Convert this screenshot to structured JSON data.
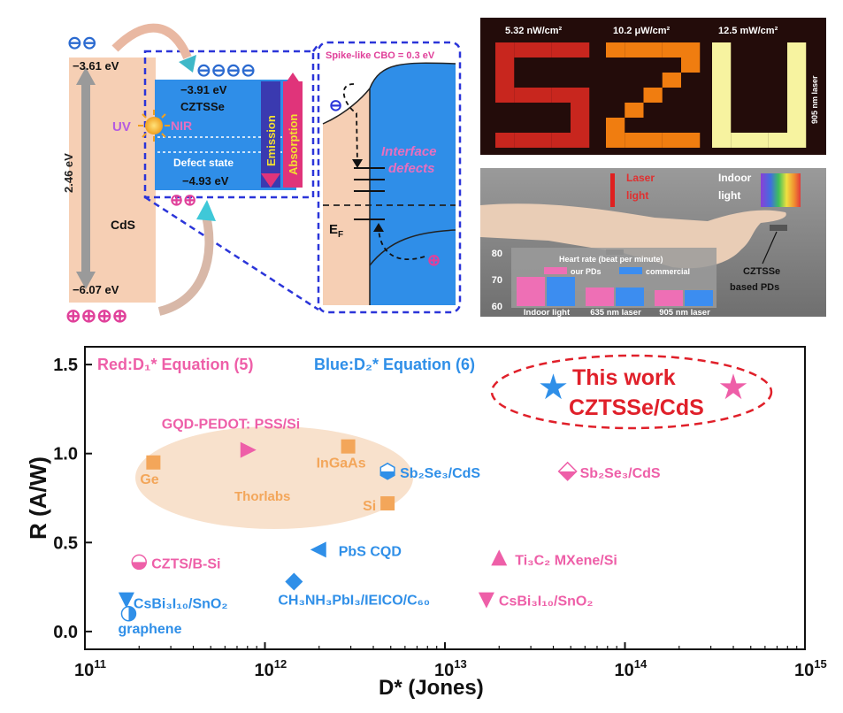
{
  "band_diagram": {
    "cds_cb": "−3.61 eV",
    "cds_vb": "−6.07 eV",
    "cds_gap": "2.46 eV",
    "cds_label": "CdS",
    "czt_cb": "−3.91 eV",
    "czt_label": "CZTSSe",
    "czt_vb": "−4.93 eV",
    "defect_label": "Defect state",
    "uv": "UV",
    "nir": "NIR",
    "emission": "Emission",
    "absorption": "Absorption",
    "electrons_top": "⊖⊖",
    "electrons_czt": "⊖⊖⊖⊖",
    "holes_czt": "⊕⊕",
    "holes_bottom": "⊕⊕⊕⊕",
    "cbo": "Spike-like CBO = 0.3 eV",
    "interface": "Interface",
    "defects": "defects",
    "ef_main": "E",
    "ef_sub": "F",
    "electron_one": "⊖",
    "hole_one": "⊕"
  },
  "szu": {
    "labels": [
      "5.32 nW/cm²",
      "10.2 μW/cm²",
      "12.5 mW/cm²"
    ],
    "laser": "905 nm laser",
    "colors": [
      "#c8261e",
      "#f07d10",
      "#f7f3a0"
    ]
  },
  "photo": {
    "laser_1": "Laser",
    "laser_2": "light",
    "indoor_1": "Indoor",
    "indoor_2": "light",
    "device_1": "CZTSSe",
    "device_2": "based PDs",
    "hr_title": "Heart rate (beat per minute)",
    "legend": [
      "our PDs",
      "commercial"
    ],
    "yticks": [
      "80",
      "70",
      "60"
    ],
    "groups": [
      "Indoor light",
      "635 nm laser",
      "905 nm laser"
    ],
    "our": [
      71,
      67,
      66
    ],
    "commercial": [
      71,
      67,
      66
    ],
    "colors": {
      "our": "#ee6fb5",
      "commercial": "#3c8df0"
    }
  },
  "chart_data": {
    "type": "scatter",
    "xlabel": "D* (Jones)",
    "ylabel": "R (A/W)",
    "xscale": "log",
    "xlim": [
      100000000000.0,
      1000000000000000.0
    ],
    "ylim": [
      -0.1,
      1.6
    ],
    "xticks": [
      {
        "base": "10",
        "exp": "11",
        "v": 100000000000.0
      },
      {
        "base": "10",
        "exp": "12",
        "v": 1000000000000.0
      },
      {
        "base": "10",
        "exp": "13",
        "v": 10000000000000.0
      },
      {
        "base": "10",
        "exp": "14",
        "v": 100000000000000.0
      },
      {
        "base": "10",
        "exp": "15",
        "v": 1000000000000000.0
      }
    ],
    "yticks": [
      {
        "label": "0.0",
        "v": 0.0
      },
      {
        "label": "0.5",
        "v": 0.5
      },
      {
        "label": "1.0",
        "v": 1.0
      },
      {
        "label": "1.5",
        "v": 1.5
      }
    ],
    "legend_red": "Red:D₁*  Equation (5)",
    "legend_blue": "Blue:D₂*  Equation (6)",
    "this_work_1": "This work",
    "this_work_2": "CZTSSe/CdS",
    "thorlabs": "Thorlabs",
    "colors": {
      "red": "#ee5fa8",
      "blue": "#2f8fe8",
      "orange": "#f3a65a",
      "dashed": "#e0202a"
    },
    "points": [
      {
        "x": 40000000000000.0,
        "y": 1.37,
        "color": "blue",
        "marker": "star",
        "label": ""
      },
      {
        "x": 400000000000000.0,
        "y": 1.37,
        "color": "red",
        "marker": "star",
        "label": ""
      },
      {
        "x": 800000000000.0,
        "y": 1.02,
        "color": "red",
        "marker": "triangle-right",
        "label": "GQD-PEDOT: PSS/Si"
      },
      {
        "x": 240000000000.0,
        "y": 0.95,
        "color": "orange",
        "marker": "square",
        "label": "Ge"
      },
      {
        "x": 2900000000000.0,
        "y": 1.04,
        "color": "orange",
        "marker": "square",
        "label": "InGaAs"
      },
      {
        "x": 4800000000000.0,
        "y": 0.72,
        "color": "orange",
        "marker": "square",
        "label": "Si"
      },
      {
        "x": 4800000000000.0,
        "y": 0.9,
        "color": "blue",
        "marker": "hexagon-half",
        "label": "Sb₂Se₃/CdS"
      },
      {
        "x": 48000000000000.0,
        "y": 0.9,
        "color": "red",
        "marker": "diamond-half",
        "label": "Sb₂Se₃/CdS"
      },
      {
        "x": 200000000000.0,
        "y": 0.39,
        "color": "red",
        "marker": "circle-half",
        "label": "CZTS/B-Si"
      },
      {
        "x": 2000000000000.0,
        "y": 0.46,
        "color": "blue",
        "marker": "triangle-left",
        "label": "PbS CQD"
      },
      {
        "x": 20000000000000.0,
        "y": 0.41,
        "color": "red",
        "marker": "triangle-up",
        "label": "Ti₃C₂ MXene/Si"
      },
      {
        "x": 1450000000000.0,
        "y": 0.28,
        "color": "blue",
        "marker": "diamond",
        "label": "CH₃NH₃PbI₃/IEICO/C₆₀"
      },
      {
        "x": 170000000000.0,
        "y": 0.18,
        "color": "blue",
        "marker": "triangle-down",
        "label": "CsBi₃I₁₀/SnO₂"
      },
      {
        "x": 175000000000.0,
        "y": 0.1,
        "color": "blue",
        "marker": "circle-halfv",
        "label": "graphene"
      },
      {
        "x": 17000000000000.0,
        "y": 0.18,
        "color": "red",
        "marker": "triangle-down",
        "label": "CsBi₃I₁₀/SnO₂"
      }
    ]
  }
}
